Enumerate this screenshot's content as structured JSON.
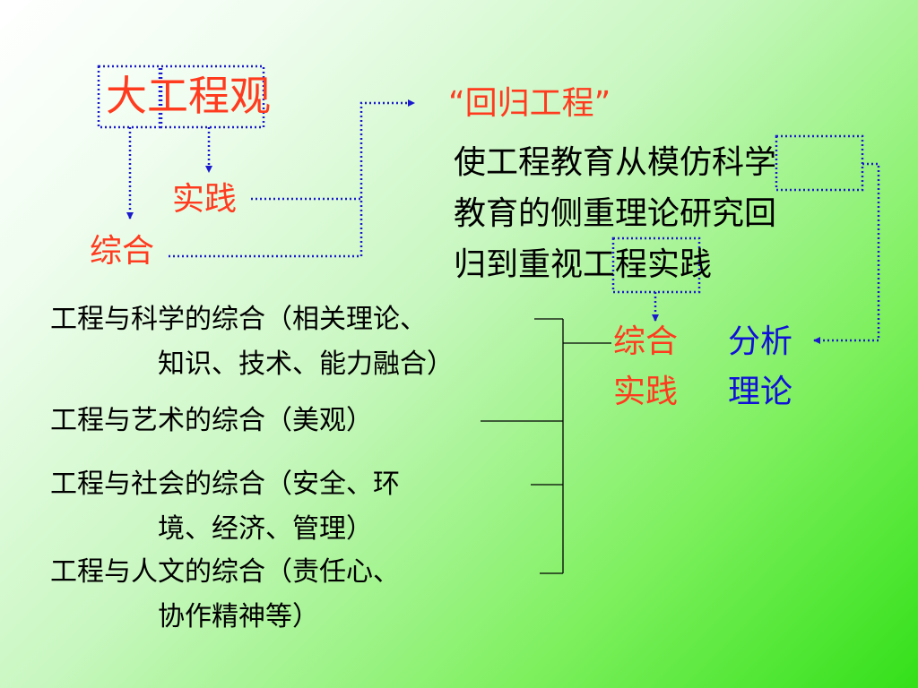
{
  "title": {
    "da": "大",
    "gongcheng": "工程",
    "guan": "观"
  },
  "left_nodes": {
    "shijian": "实践",
    "zonghe": "综合"
  },
  "return": {
    "heading": "“回归工程”",
    "line1_a": "使工程教育从模仿",
    "line1_b": "科学",
    "line2": "教育的侧重理论研究回",
    "line3_a": "归到重视",
    "line3_b": "工程",
    "line3_c": "实践"
  },
  "pairs": {
    "zonghe": "综合",
    "shijian": "实践",
    "fenxi": "分析",
    "lilun": "理论"
  },
  "items": [
    {
      "line1": "工程与科学的综合（相关理论、",
      "line2": "知识、技术、能力融合）"
    },
    {
      "line1": "工程与艺术的综合（美观）"
    },
    {
      "line1": "工程与社会的综合（安全、环",
      "line2": "境、经济、管理）"
    },
    {
      "line1": "工程与人文的综合（责任心、",
      "line2": "协作精神等）"
    }
  ],
  "colors": {
    "red": "#ff3b1f",
    "blue": "#1010d8",
    "dotted": "#1a1acc",
    "text": "#000000"
  }
}
